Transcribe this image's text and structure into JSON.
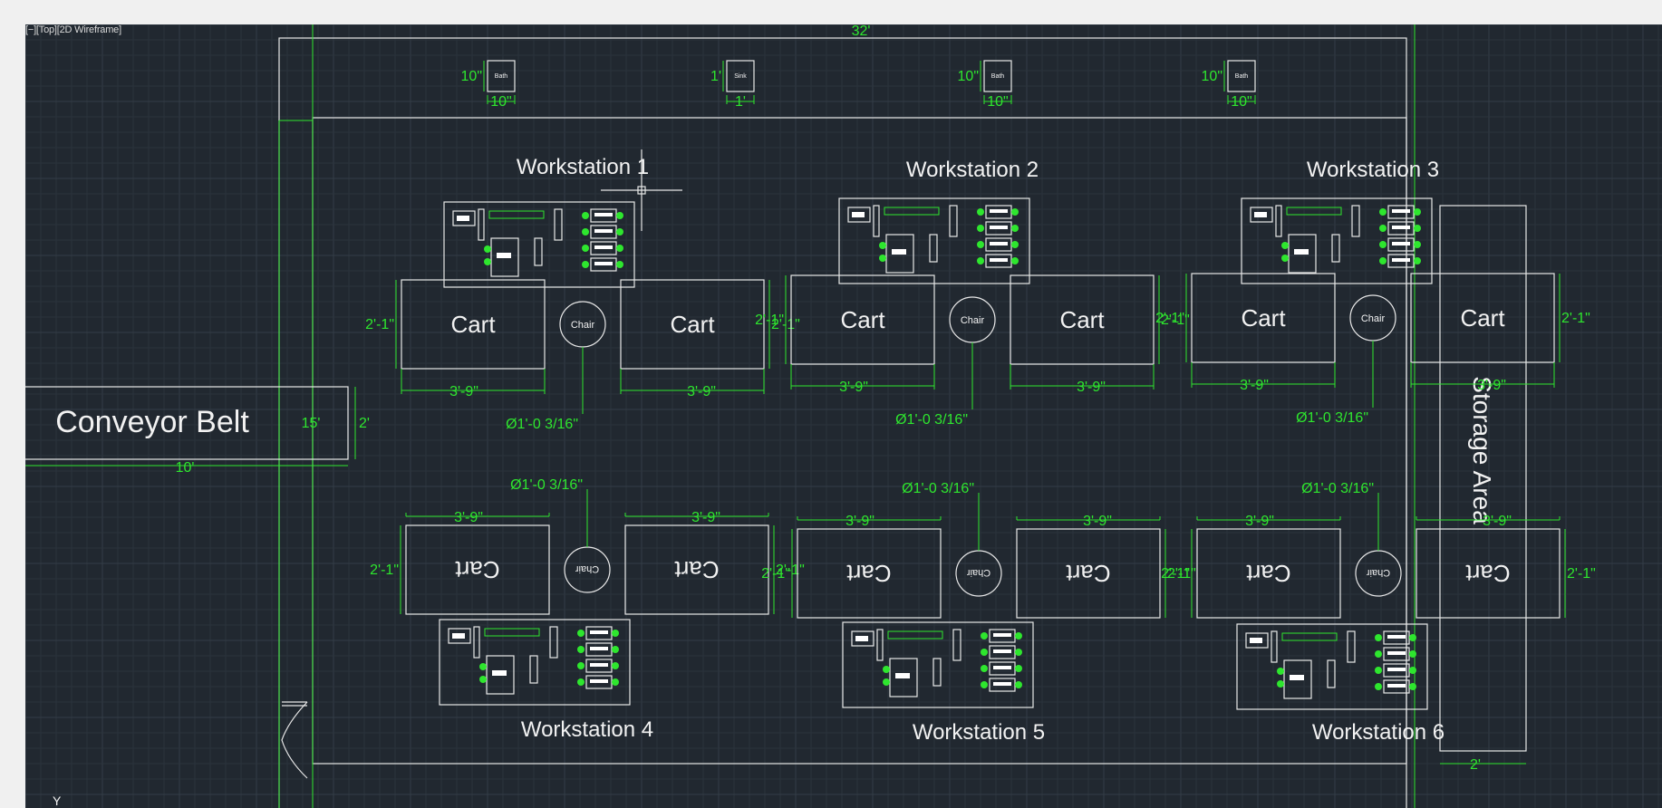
{
  "viewport": {
    "label": "[−][Top][2D Wireframe]",
    "colors": {
      "background": "#212830",
      "grid_minor": "#2b333c",
      "grid_major": "#343d47",
      "geometry": "#e8e8e8",
      "dimensions": "#2ee62e"
    }
  },
  "top_dim": "32'",
  "fixtures": [
    {
      "label": "Bath",
      "dim_h": "10\"",
      "dim_w": "10\""
    },
    {
      "label": "Sink",
      "dim_h": "1'",
      "dim_w": "1'"
    },
    {
      "label": "Bath",
      "dim_h": "10\"",
      "dim_w": "10\""
    },
    {
      "label": "Bath",
      "dim_h": "10\"",
      "dim_w": "10\""
    }
  ],
  "conveyor": {
    "label": "Conveyor Belt",
    "dim_len": "15'",
    "dim_h": "2'",
    "dim_w": "10'"
  },
  "storage": {
    "label": "Storage Area",
    "dim_w": "2'"
  },
  "workstations": [
    {
      "title": "Workstation 1",
      "cart_left": "Cart",
      "cart_right": "Cart",
      "chair": "Chair",
      "dim_cart_h_left": "2'-1\"",
      "dim_cart_h_right": "2'-1\"",
      "dim_cart_w_left": "3'-9\"",
      "dim_cart_w_right": "3'-9\"",
      "dim_chair": "Ø1'-0 3/16\""
    },
    {
      "title": "Workstation 2",
      "cart_left": "Cart",
      "cart_right": "Cart",
      "chair": "Chair",
      "dim_cart_h_left": "2'-1\"",
      "dim_cart_h_right": "2'-1\"",
      "dim_cart_w_left": "3'-9\"",
      "dim_cart_w_right": "3'-9\"",
      "dim_chair": "Ø1'-0 3/16\""
    },
    {
      "title": "Workstation 3",
      "cart_left": "Cart",
      "cart_right": "Cart",
      "chair": "Chair",
      "dim_cart_h_left": "2'-1\"",
      "dim_cart_h_right": "2'-1\"",
      "dim_cart_w_left": "3'-9\"",
      "dim_cart_w_right": "3'-9\"",
      "dim_chair": "Ø1'-0 3/16\""
    },
    {
      "title": "Workstation 4",
      "cart_left": "Cart",
      "cart_right": "Cart",
      "chair": "Chair",
      "dim_cart_h_left": "2'-1\"",
      "dim_cart_h_right": "2'-1\"",
      "dim_cart_w_left": "3'-9\"",
      "dim_cart_w_right": "3'-9\"",
      "dim_chair": "Ø1'-0 3/16\""
    },
    {
      "title": "Workstation 5",
      "cart_left": "Cart",
      "cart_right": "Cart",
      "chair": "Chair",
      "dim_cart_h_left": "2'-1\"",
      "dim_cart_h_right": "2'-1\"",
      "dim_cart_w_left": "3'-9\"",
      "dim_cart_w_right": "3'-9\"",
      "dim_chair": "Ø1'-0 3/16\""
    },
    {
      "title": "Workstation 6",
      "cart_left": "Cart",
      "cart_right": "Cart",
      "chair": "Chair",
      "dim_cart_h_left": "2'-1\"",
      "dim_cart_h_right": "2'-1\"",
      "dim_cart_w_left": "3'-9\"",
      "dim_cart_w_right": "3'-9\"",
      "dim_chair": "Ø1'-0 3/16\""
    }
  ],
  "ucs_axis": "Y"
}
